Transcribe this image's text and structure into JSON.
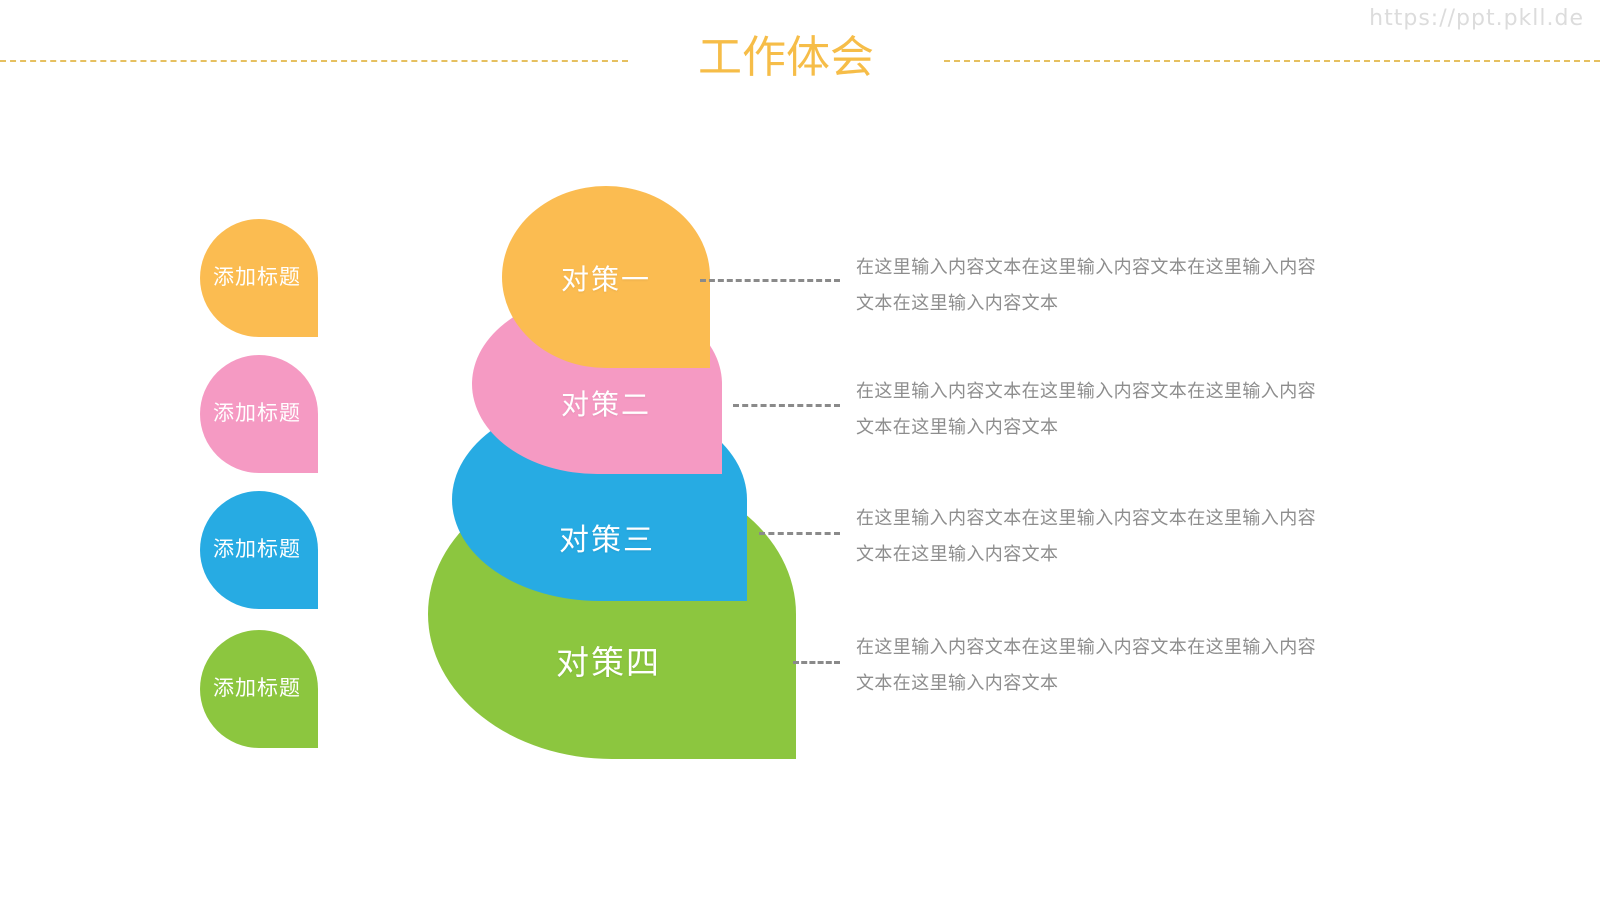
{
  "watermark": "https://ppt.pkll.de",
  "header": {
    "title": "工作体会"
  },
  "colors": {
    "title": "#f6bd48",
    "rule": "#e2b645",
    "orange": "#fbbc51",
    "pink": "#f59ac3",
    "blue": "#27abe3",
    "green": "#8cc63f",
    "body_text": "#8d8d8d",
    "connector": "#8a8a8a",
    "watermark": "#dcdcdc"
  },
  "legend": {
    "items": [
      {
        "label": "添加标题",
        "color": "#fbbc51"
      },
      {
        "label": "添加标题",
        "color": "#f59ac3"
      },
      {
        "label": "添加标题",
        "color": "#27abe3"
      },
      {
        "label": "添加标题",
        "color": "#8cc63f"
      }
    ]
  },
  "pyramid": {
    "items": [
      {
        "label": "对策一",
        "color": "#fbbc51"
      },
      {
        "label": "对策二",
        "color": "#f59ac3"
      },
      {
        "label": "对策三",
        "color": "#27abe3"
      },
      {
        "label": "对策四",
        "color": "#8cc63f"
      }
    ]
  },
  "descriptions": [
    {
      "line1": "在这里输入内容文本在这里输入内容文本在这里输入内容",
      "line2": "文本在这里输入内容文本"
    },
    {
      "line1": "在这里输入内容文本在这里输入内容文本在这里输入内容",
      "line2": "文本在这里输入内容文本"
    },
    {
      "line1": "在这里输入内容文本在这里输入内容文本在这里输入内容",
      "line2": "文本在这里输入内容文本"
    },
    {
      "line1": "在这里输入内容文本在这里输入内容文本在这里输入内容",
      "line2": "文本在这里输入内容文本"
    }
  ]
}
